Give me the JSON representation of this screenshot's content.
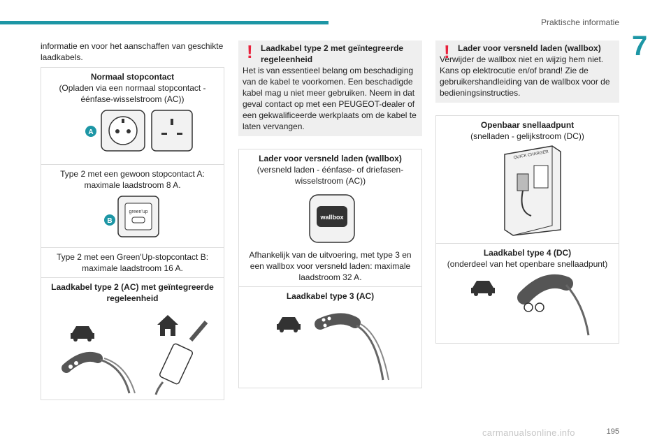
{
  "header": {
    "section_title": "Praktische informatie",
    "chapter": "7"
  },
  "footer": {
    "page_number": "195",
    "watermark": "carmanualsonline.info"
  },
  "col1": {
    "intro": "informatie en voor het aanschaffen van geschikte laadkabels.",
    "socket_title": "Normaal stopcontact",
    "socket_sub": "(Opladen via een normaal stopcontact - éénfase-wisselstroom (AC))",
    "label_a": "A",
    "socket_a_text": "Type 2 met een gewoon stopcontact A: maximale laadstroom 8 A.",
    "label_b": "B",
    "greenup": "green'up",
    "socket_b_text": "Type 2 met een Green'Up-stopcontact B: maximale laadstroom 16 A.",
    "cable_title": "Laadkabel type 2 (AC) met geïntegreerde regeleenheid"
  },
  "col2": {
    "warn_title": "Laadkabel type 2 met geïntegreerde regeleenheid",
    "warn_text": "Het is van essentieel belang om beschadiging van de kabel te voorkomen. Een beschadigde kabel mag u niet meer gebruiken. Neem in dat geval contact op met een PEUGEOT-dealer of een gekwalificeerde werkplaats om de kabel te laten vervangen.",
    "wallbox_title": "Lader voor versneld laden (wallbox)",
    "wallbox_sub": "(versneld laden - éénfase- of driefasen-wisselstroom (AC))",
    "wallbox_logo": "wallbox",
    "wallbox_text": "Afhankelijk van de uitvoering, met type 3 en een wallbox voor versneld laden: maximale laadstroom 32 A.",
    "cable3_title": "Laadkabel type 3 (AC)"
  },
  "col3": {
    "warn_title": "Lader voor versneld laden (wallbox)",
    "warn_text": "Verwijder de wallbox niet en wijzig hem niet. Kans op elektrocutie en/of brand! Zie de gebruikershandleiding van de wallbox voor de bedieningsinstructies.",
    "public_title": "Openbaar snellaadpunt",
    "public_sub": "(snelladen - gelijkstroom (DC))",
    "quick_charger": "QUICK CHARGER",
    "cable4_title": "Laadkabel type 4 (DC)",
    "cable4_sub": "(onderdeel van het openbare snellaadpunt)"
  },
  "colors": {
    "accent": "#1d96a5",
    "warning": "#e8213b",
    "badge": "#1d96a5"
  },
  "icons": [
    "car-icon",
    "house-icon",
    "warning-icon"
  ]
}
